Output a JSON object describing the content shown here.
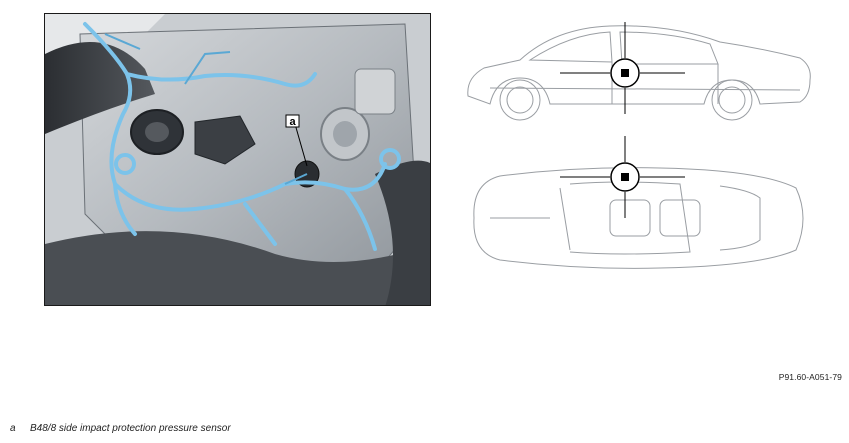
{
  "photo": {
    "callout_letter": "a"
  },
  "reference_code": "P91.60-A051-79",
  "legend": [
    {
      "key": "a",
      "text": "B48/8 side impact protection pressure sensor"
    }
  ]
}
